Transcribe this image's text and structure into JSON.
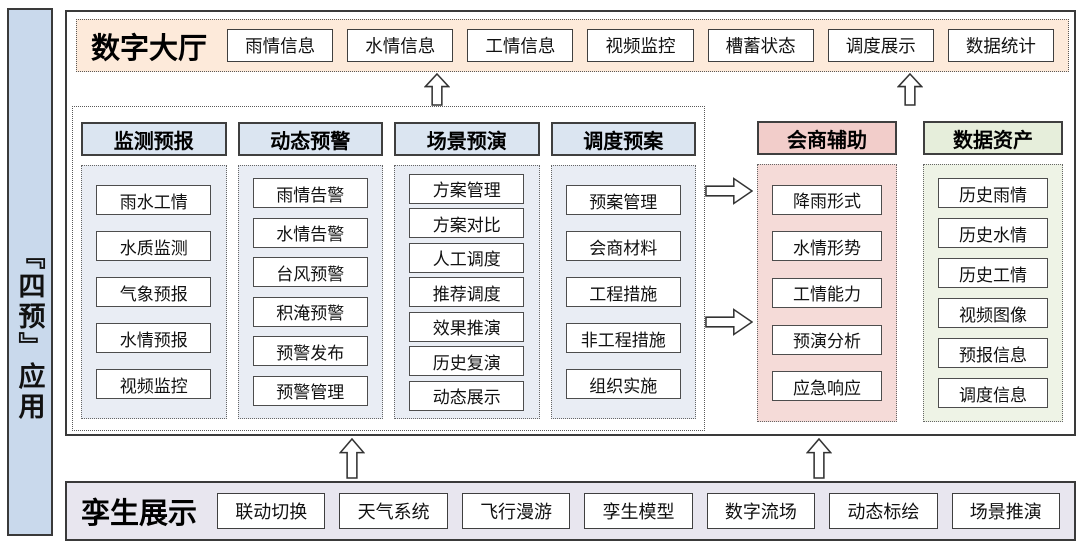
{
  "sidebar": {
    "title": "『四预』应用"
  },
  "digital_hall": {
    "title": "数字大厅",
    "items": [
      "雨情信息",
      "水情信息",
      "工情信息",
      "视频监控",
      "槽蓄状态",
      "调度展示",
      "数据统计"
    ]
  },
  "app_columns": [
    {
      "title": "监测预报",
      "theme": "blue",
      "items": [
        "雨水工情",
        "水质监测",
        "气象预报",
        "水情预报",
        "视频监控"
      ]
    },
    {
      "title": "动态预警",
      "theme": "blue",
      "items": [
        "雨情告警",
        "水情告警",
        "台风预警",
        "积淹预警",
        "预警发布",
        "预警管理"
      ]
    },
    {
      "title": "场景预演",
      "theme": "blue",
      "items": [
        "方案管理",
        "方案对比",
        "人工调度",
        "推荐调度",
        "效果推演",
        "历史复演",
        "动态展示"
      ]
    },
    {
      "title": "调度预案",
      "theme": "blue",
      "items": [
        "预案管理",
        "会商材料",
        "工程措施",
        "非工程措施",
        "组织实施"
      ]
    }
  ],
  "support_columns": [
    {
      "title": "会商辅助",
      "theme": "pink",
      "items": [
        "降雨形式",
        "水情形势",
        "工情能力",
        "预演分析",
        "应急响应"
      ]
    },
    {
      "title": "数据资产",
      "theme": "green",
      "items": [
        "历史雨情",
        "历史水情",
        "历史工情",
        "视频图像",
        "预报信息",
        "调度信息"
      ]
    }
  ],
  "twin_display": {
    "title": "孪生展示",
    "items": [
      "联动切换",
      "天气系统",
      "飞行漫游",
      "孪生模型",
      "数字流场",
      "动态标绘",
      "场景推演"
    ]
  },
  "colors": {
    "sidebar-bg": "#c9d9ec",
    "hall-bg": "#fdeada",
    "twin-bg": "#e8e6ef",
    "blue-header": "#dbe5f1",
    "blue-body": "#e9edf4",
    "pink-header": "#f2cdca",
    "pink-body": "#f5dbd8",
    "green-header": "#e6eedb",
    "green-body": "#eef3e6",
    "border-dark": "#3a3a3a"
  }
}
